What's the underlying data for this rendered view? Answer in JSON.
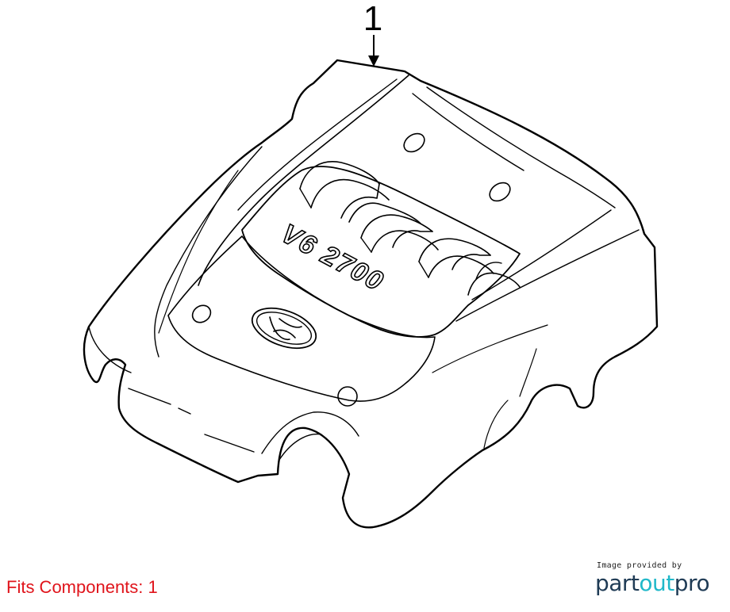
{
  "callout": {
    "number": "1"
  },
  "engraving": {
    "text": "V6 2700"
  },
  "fits_components": "Fits Components: 1",
  "credit": {
    "provided_by": "Image provided by",
    "brand_part1": "part",
    "brand_part2": "out",
    "brand_part3": "pro"
  },
  "colors": {
    "fits_text": "#e0141b",
    "brand_dark": "#1f3b55",
    "brand_accent": "#20b8c9",
    "line": "#000000"
  }
}
